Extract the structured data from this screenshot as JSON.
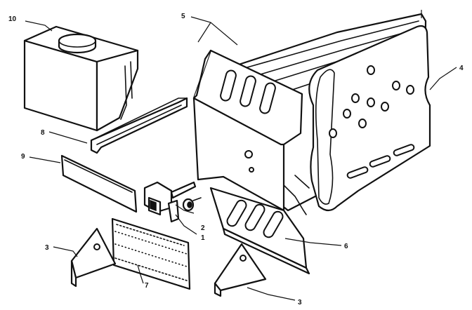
{
  "callouts": {
    "c1": "1",
    "c2": "2",
    "c3a": "3",
    "c3b": "3",
    "c4": "4",
    "c5": "5",
    "c6": "6",
    "c7": "7",
    "c8": "8",
    "c9": "9",
    "c10": "10"
  },
  "colors": {
    "ink": "#111111",
    "paper": "#ffffff"
  }
}
